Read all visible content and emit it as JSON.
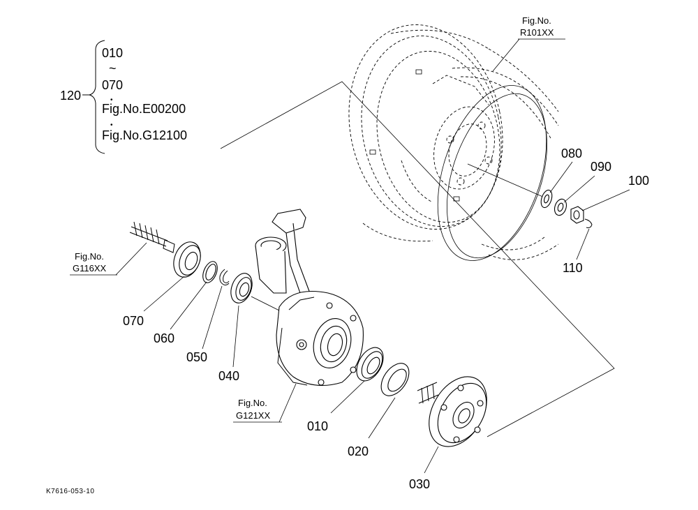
{
  "group": {
    "number": "120",
    "range_start": "010",
    "range_sep": "~",
    "range_end": "070",
    "dot": "•",
    "ref_1": "Fig.No.E00200",
    "ref_2": "Fig.No.G12100"
  },
  "fig_refs": {
    "wheel": {
      "line1": "Fig.No.",
      "line2": "R101XX"
    },
    "shaft": {
      "line1": "Fig.No.",
      "line2": "G116XX"
    },
    "knuckle": {
      "line1": "Fig.No.",
      "line2": "G121XX"
    }
  },
  "parts": {
    "p010": "010",
    "p020": "020",
    "p030": "030",
    "p040": "040",
    "p050": "050",
    "p060": "060",
    "p070": "070",
    "p080": "080",
    "p090": "090",
    "p100": "100",
    "p110": "110"
  },
  "drawing_code": "K7616-053-10"
}
